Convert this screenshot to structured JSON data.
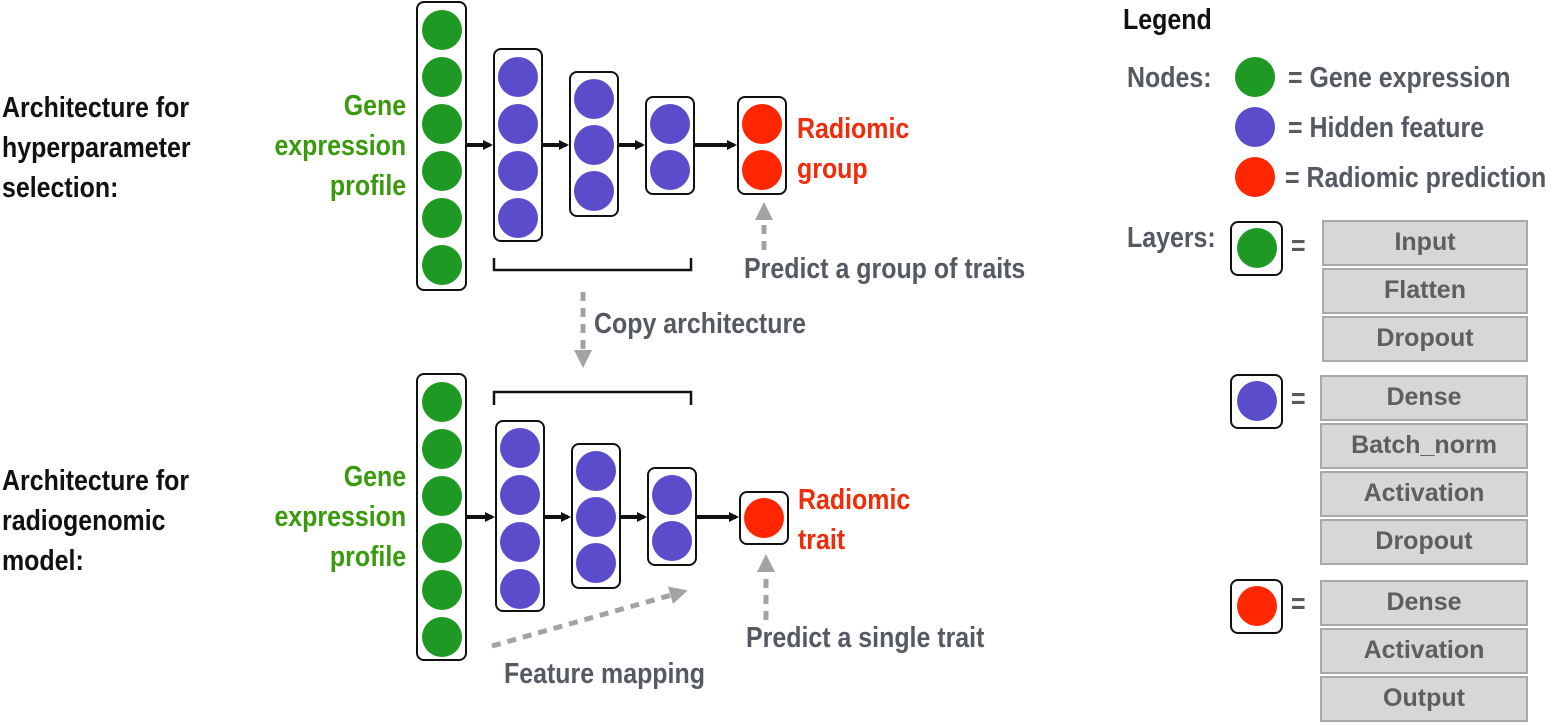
{
  "top": {
    "heading": [
      "Architecture for",
      "hyperparameter",
      "selection:"
    ],
    "input_label": [
      "Gene",
      "expression",
      "profile"
    ],
    "output_label": [
      "Radiomic",
      "group"
    ],
    "predict_note": "Predict a group of traits"
  },
  "copy_note": "Copy architecture",
  "bottom": {
    "heading": [
      "Architecture for",
      "radiogenomic",
      "model:"
    ],
    "input_label": [
      "Gene",
      "expression",
      "profile"
    ],
    "output_label": [
      "Radiomic",
      "trait"
    ],
    "predict_note": "Predict a single trait",
    "feature_note": "Feature mapping"
  },
  "legend": {
    "title": "Legend",
    "nodes_label": "Nodes:",
    "layers_label": "Layers:",
    "equals": "=",
    "node_items": [
      "= Gene expression",
      "= Hidden feature",
      "= Radiomic prediction"
    ],
    "green_layers": [
      "Input",
      "Flatten",
      "Dropout"
    ],
    "blue_layers": [
      "Dense",
      "Batch_norm",
      "Activation",
      "Dropout"
    ],
    "red_layers": [
      "Dense",
      "Activation",
      "Output"
    ]
  },
  "colors": {
    "green_node": "#1e9a24",
    "blue_node": "#5b4ccc",
    "red_node": "#ff2600",
    "green_text": "#3a9a0e",
    "red_text": "#f02c0a",
    "gray_text": "#555a62",
    "arrow_gray": "#a3a3a3"
  }
}
